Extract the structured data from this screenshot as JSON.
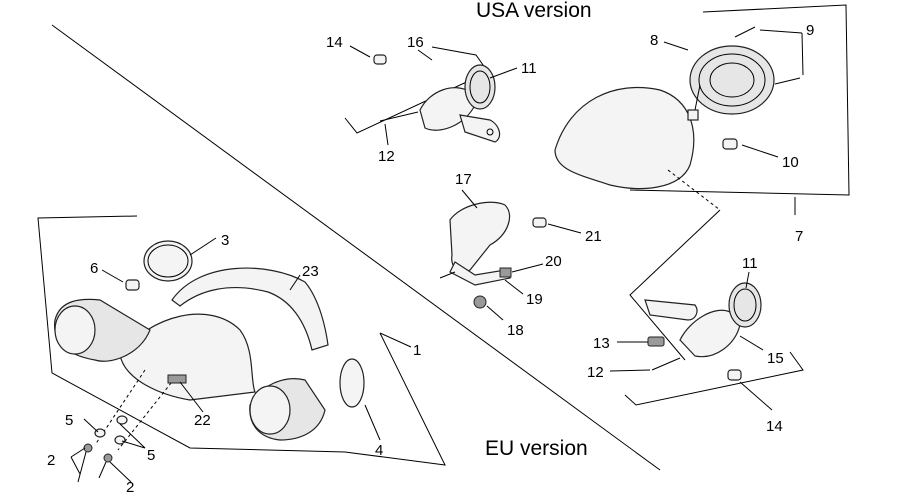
{
  "titles": {
    "usa": "USA version",
    "eu": "EU version"
  },
  "callouts": {
    "c1": "1",
    "c2a": "2",
    "c2b": "2",
    "c3": "3",
    "c4": "4",
    "c5a": "5",
    "c5b": "5",
    "c6": "6",
    "c7": "7",
    "c8": "8",
    "c9": "9",
    "c10": "10",
    "c11a": "11",
    "c11b": "11",
    "c12a": "12",
    "c12b": "12",
    "c13": "13",
    "c14a": "14",
    "c14b": "14",
    "c15": "15",
    "c16": "16",
    "c17": "17",
    "c18": "18",
    "c19": "19",
    "c20": "20",
    "c21": "21",
    "c22": "22",
    "c23": "23"
  }
}
